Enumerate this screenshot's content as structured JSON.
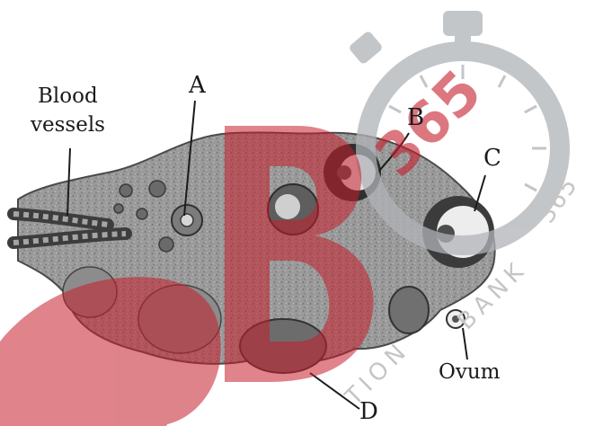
{
  "labels": {
    "blood_vessels_line1": "Blood",
    "blood_vessels_line2": "vessels",
    "a": "A",
    "b": "B",
    "c": "C",
    "d": "D",
    "ovum": "Ovum"
  },
  "watermark": {
    "number": "365",
    "side_text": "365",
    "bank_text": "BANK",
    "tion_text": "TION"
  },
  "colors": {
    "watermark_red": "#c61e2c",
    "watermark_grey": "#b0b3b8",
    "ovary_fill": "#8f8f8f",
    "ovary_dark": "#3a3a3a"
  }
}
